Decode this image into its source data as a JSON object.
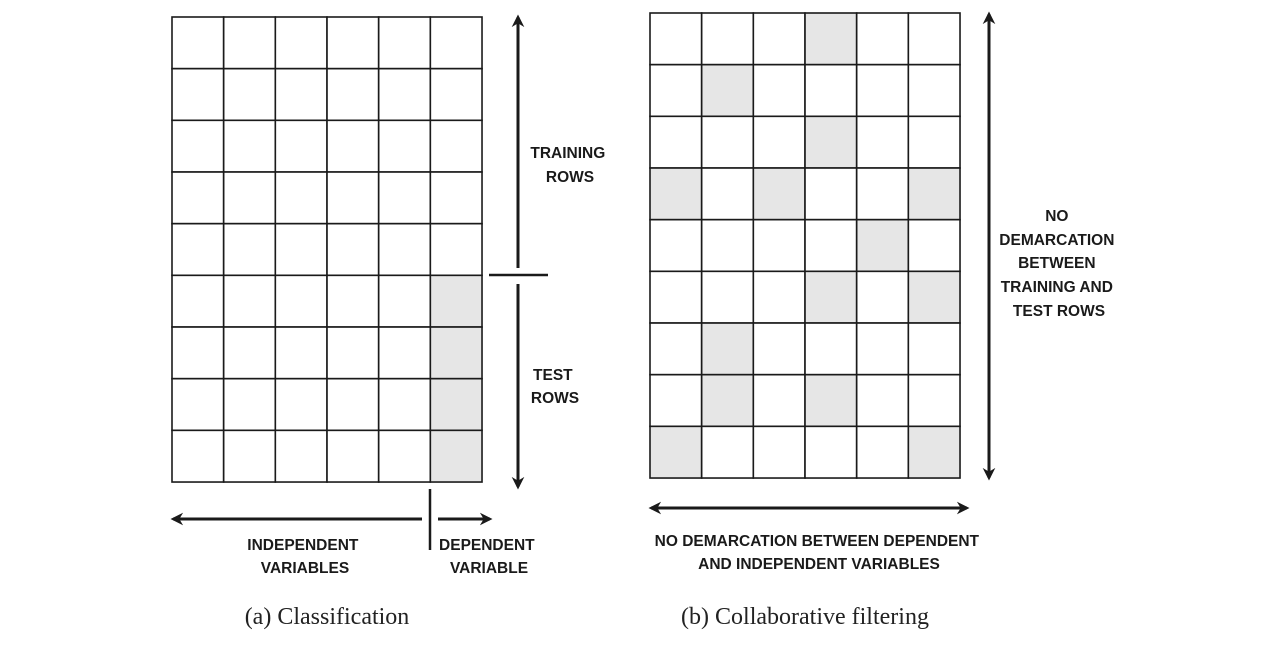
{
  "colors": {
    "line": "#1a1a1a",
    "shaded_cell": "#e6e6e6",
    "background": "#ffffff"
  },
  "panel_a": {
    "caption": "(a) Classification",
    "rows": 9,
    "cols": 6,
    "shaded_cells": [
      [
        5,
        5
      ],
      [
        6,
        5
      ],
      [
        7,
        5
      ],
      [
        8,
        5
      ]
    ],
    "labels": {
      "training_rows": [
        "TRAINING",
        "ROWS"
      ],
      "test_rows": [
        "TEST",
        "ROWS"
      ],
      "independent_variables": [
        "INDEPENDENT",
        "VARIABLES"
      ],
      "dependent_variable": [
        "DEPENDENT",
        "VARIABLE"
      ]
    }
  },
  "panel_b": {
    "caption": "(b) Collaborative filtering",
    "rows": 9,
    "cols": 6,
    "shaded_cells": [
      [
        0,
        3
      ],
      [
        1,
        1
      ],
      [
        2,
        3
      ],
      [
        3,
        0
      ],
      [
        3,
        2
      ],
      [
        3,
        5
      ],
      [
        4,
        4
      ],
      [
        5,
        3
      ],
      [
        5,
        5
      ],
      [
        6,
        1
      ],
      [
        7,
        1
      ],
      [
        7,
        3
      ],
      [
        8,
        0
      ],
      [
        8,
        5
      ]
    ],
    "labels": {
      "rows_note": [
        "NO",
        "DEMARCATION",
        "BETWEEN",
        "TRAINING AND",
        "TEST ROWS"
      ],
      "cols_note": [
        "NO DEMARCATION BETWEEN DEPENDENT",
        "AND INDEPENDENT VARIABLES"
      ]
    }
  }
}
